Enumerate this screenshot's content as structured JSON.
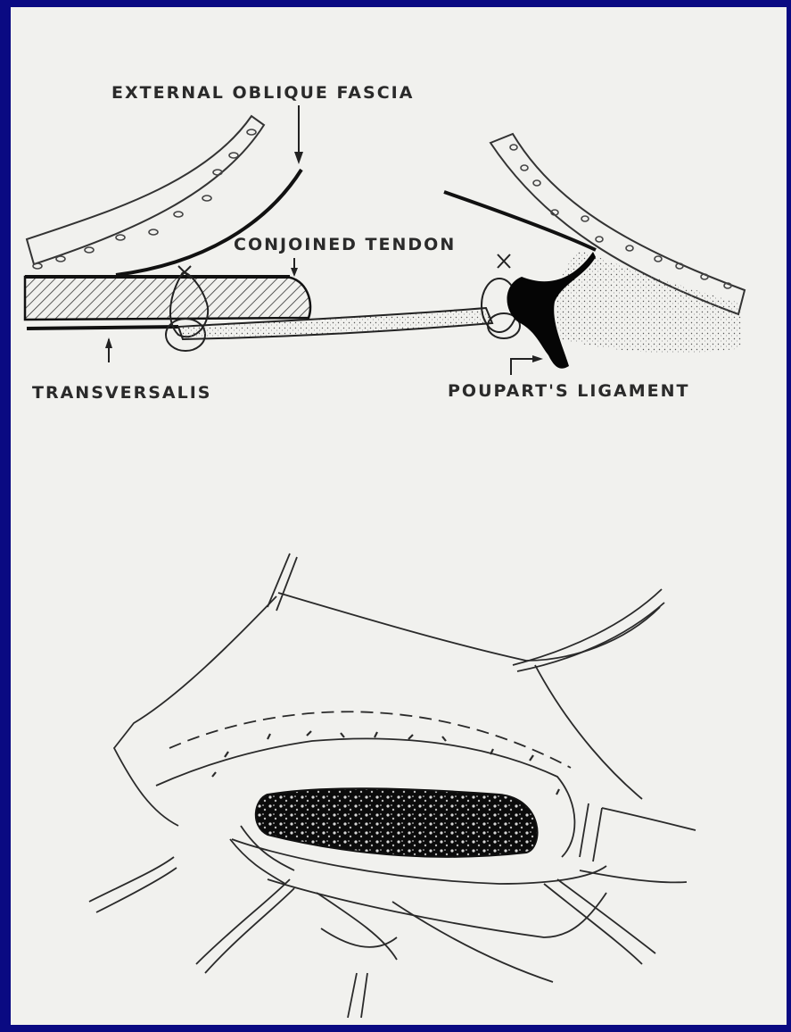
{
  "figure": {
    "labels": {
      "external_oblique_fascia": "EXTERNAL OBLIQUE FASCIA",
      "conjoined_tendon": "CONJOINED TENDON",
      "transversalis": "TRANSVERSALIS",
      "pouparts_ligament": "POUPART'S LIGAMENT"
    }
  },
  "colors": {
    "border": "#0a0a82",
    "paper": "#f1f1ee",
    "ink": "#2a2a2a"
  }
}
